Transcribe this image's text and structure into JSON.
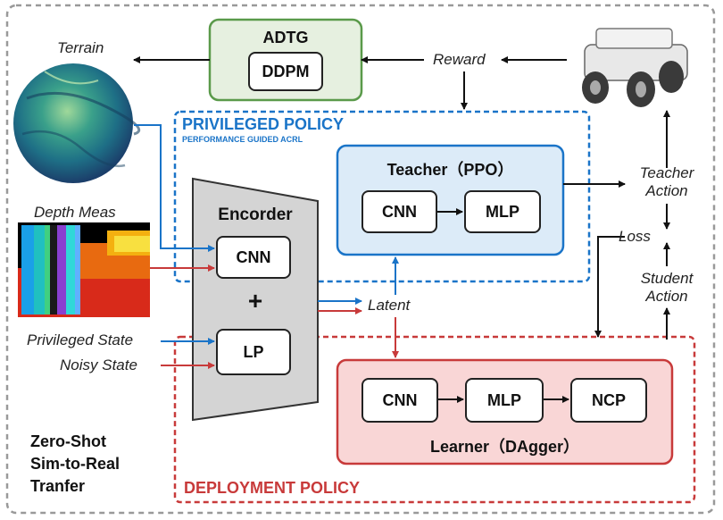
{
  "outer_title": "Zero-Shot Sim-to-Real Tranfer",
  "outer_title_lines": [
    "Zero-Shot",
    "Sim-to-Real",
    "Tranfer"
  ],
  "adtg": {
    "title": "ADTG",
    "inner": "DDPM"
  },
  "labels": {
    "terrain": "Terrain",
    "reward": "Reward",
    "depth": "Depth Meas",
    "privileged_state": "Privileged State",
    "noisy_state": "Noisy State",
    "latent": "Latent",
    "loss": "Loss",
    "teacher_action_1": "Teacher",
    "teacher_action_2": "Action",
    "student_action_1": "Student",
    "student_action_2": "Action"
  },
  "privileged": {
    "title": "PRIVILEGED POLICY",
    "subtitle": "PERFORMANCE GUIDED ACRL"
  },
  "teacher": {
    "title": "Teacher（PPO）",
    "cnn": "CNN",
    "mlp": "MLP"
  },
  "encoder": {
    "title": "Encorder",
    "cnn": "CNN",
    "plus": "+",
    "lp": "LP"
  },
  "learner": {
    "title": "Learner（DAgger）",
    "cnn": "CNN",
    "mlp": "MLP",
    "ncp": "NCP"
  },
  "deployment": {
    "title": "DEPLOYMENT POLICY"
  },
  "colors": {
    "blue": "#1a74c8",
    "red": "#c83a3a",
    "green": "#5a9a4a",
    "teacher_fill": "#dcebf8",
    "learner_fill": "#f9d6d6",
    "adtg_fill": "#e6f0e0",
    "encoder_fill": "#d4d4d4"
  }
}
